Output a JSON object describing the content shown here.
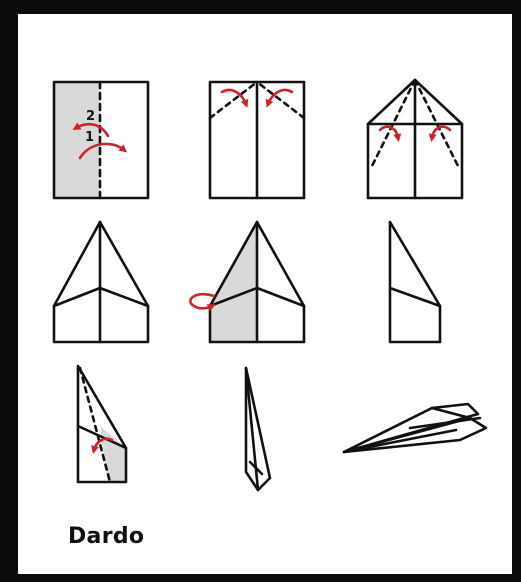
{
  "title": "Dardo",
  "step_labels": [
    "2",
    "1"
  ],
  "colors": {
    "frame": "#0b0b0b",
    "paper": "#ffffff",
    "line": "#111111",
    "shade": "#d9d9d9",
    "arrow": "#d0202a"
  },
  "steps": [
    {
      "name": "step-1-fold-in-half",
      "icon": "fold-in-half-diagram"
    },
    {
      "name": "step-2-fold-top-corners",
      "icon": "fold-corners-diagram"
    },
    {
      "name": "step-3-fold-edges-to-center",
      "icon": "fold-edges-diagram"
    },
    {
      "name": "step-4-narrow-point",
      "icon": "narrow-point-diagram"
    },
    {
      "name": "step-5-fold-in-half-back",
      "icon": "fold-back-diagram"
    },
    {
      "name": "step-6-folded-half",
      "icon": "folded-half-diagram"
    },
    {
      "name": "step-7-fold-wing",
      "icon": "fold-wing-diagram"
    },
    {
      "name": "step-8-side-view",
      "icon": "side-view-diagram"
    },
    {
      "name": "step-9-finished-dart",
      "icon": "paper-plane-diagram"
    }
  ]
}
